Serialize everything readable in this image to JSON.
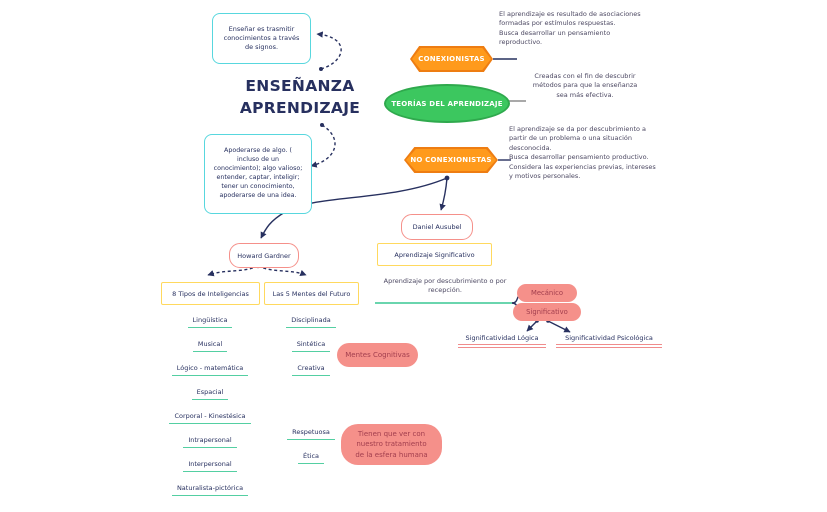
{
  "colors": {
    "navy": "#27305f",
    "body-text": "#4c4862",
    "orange": "#ff9a1c",
    "orange-dark": "#ee7d12",
    "green": "#3cc75f",
    "green-dark": "#2fa94d",
    "cyan": "#58d7de",
    "salmon": "#f5908a",
    "salmon-line": "#f08c8c",
    "yellow": "#ffd95e",
    "mint": "#54cfa2",
    "pill-text": "#a23e4e",
    "gray": "#a9a9a9"
  },
  "title": {
    "line1": "ENSEÑANZA",
    "line2": "APRENDIZAJE"
  },
  "definitions": {
    "ensenar": "Enseñar es trasmitir\nconocimientos a través\nde signos.",
    "apoderarse": "Apoderarse de algo. (\nincluso de un\nconocimiento); algo valioso;\nentender, captar, inteligir;\ntener un conocimiento,\napoderarse de una idea."
  },
  "theory_nodes": {
    "teorias": {
      "label": "TEORÍAS DEL APRENDIZAJE",
      "desc": "Creadas con el fin de descubrir\nmétodos para que la enseñanza\nsea más efectiva."
    },
    "conexionistas": {
      "label": "CONEXIONISTAS",
      "desc": "El aprendizaje es resultado de asociaciones\nformadas por estímulos respuestas.\nBusca desarrollar un pensamiento\nreproductivo."
    },
    "no_conexionistas": {
      "label": "NO CONEXIONISTAS",
      "desc": "El aprendizaje se da por descubrimiento a\npartir de un problema o una situación\ndesconocida.\nBusca desarrollar pensamiento productivo.\nConsidera las experiencias previas, intereses\ny motivos personales."
    }
  },
  "people": {
    "daniel": "Daniel Ausubel",
    "howard": "Howard Gardner"
  },
  "boxes": {
    "aprendizaje_significativo": "Aprendizaje Significativo",
    "tipos_inteligencias": "8 Tipos de Inteligencias",
    "mentes_futuro": "Las 5 Mentes del Futuro"
  },
  "ausubel": {
    "caption": "Aprendizaje por descubrimiento o por\nrecepción.",
    "pills": [
      "Mecánico",
      "Significativo"
    ],
    "significatividad": [
      "Significatividad Lógica",
      "Significatividad Psicológica"
    ]
  },
  "gardner": {
    "inteligencias": [
      "Lingüística",
      "Musical",
      "Lógico - matemática",
      "Espacial",
      "Corporal - Kinestésica",
      "Intrapersonal",
      "Interpersonal",
      "Naturalista-pictórica"
    ],
    "mentes_cognitivas": [
      "Disciplinada",
      "Sintética",
      "Creativa"
    ],
    "mentes_humanas": [
      "Respetuosa",
      "Ética"
    ],
    "bubble_cognitivas": "Mentes Cognitivas",
    "bubble_humanas": "Tienen que ver con\nnuestro tratamiento\nde la esfera humana"
  }
}
